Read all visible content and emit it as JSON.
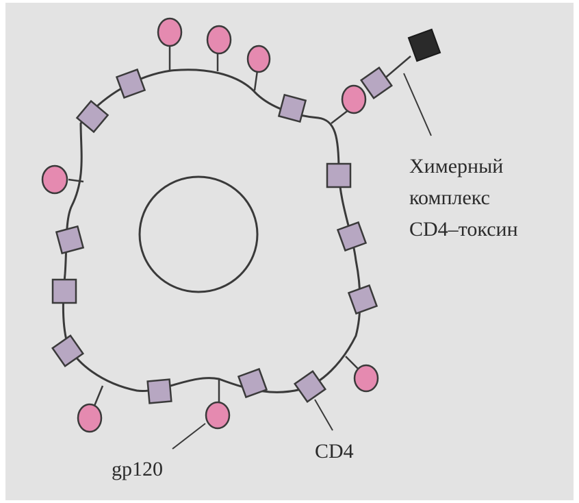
{
  "labels": {
    "chimeric_line1": "Химерный",
    "chimeric_line2": "комплекс",
    "chimeric_line3": "CD4–токсин",
    "gp120": "gp120",
    "cd4": "CD4"
  },
  "colors": {
    "background": "#e3e3e3",
    "membrane": "#3a3a3a",
    "gp120_fill": "#e58ab0",
    "cd4_fill": "#b7a7c2",
    "toxin_fill": "#2a2a2a"
  }
}
